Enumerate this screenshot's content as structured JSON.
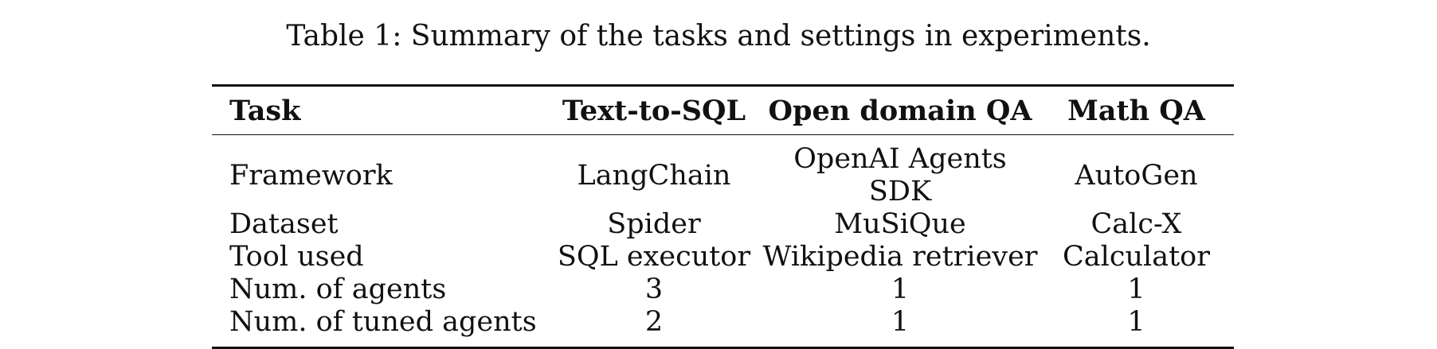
{
  "caption": "Table 1: Summary of the tasks and settings in experiments.",
  "table": {
    "headers": [
      "Task",
      "Text-to-SQL",
      "Open domain QA",
      "Math QA"
    ],
    "rows": [
      [
        "Framework",
        "LangChain",
        "OpenAI Agents SDK",
        "AutoGen"
      ],
      [
        "Dataset",
        "Spider",
        "MuSiQue",
        "Calc-X"
      ],
      [
        "Tool used",
        "SQL executor",
        "Wikipedia retriever",
        "Calculator"
      ],
      [
        "Num. of agents",
        "3",
        "1",
        "1"
      ],
      [
        "Num. of tuned agents",
        "2",
        "1",
        "1"
      ]
    ]
  }
}
